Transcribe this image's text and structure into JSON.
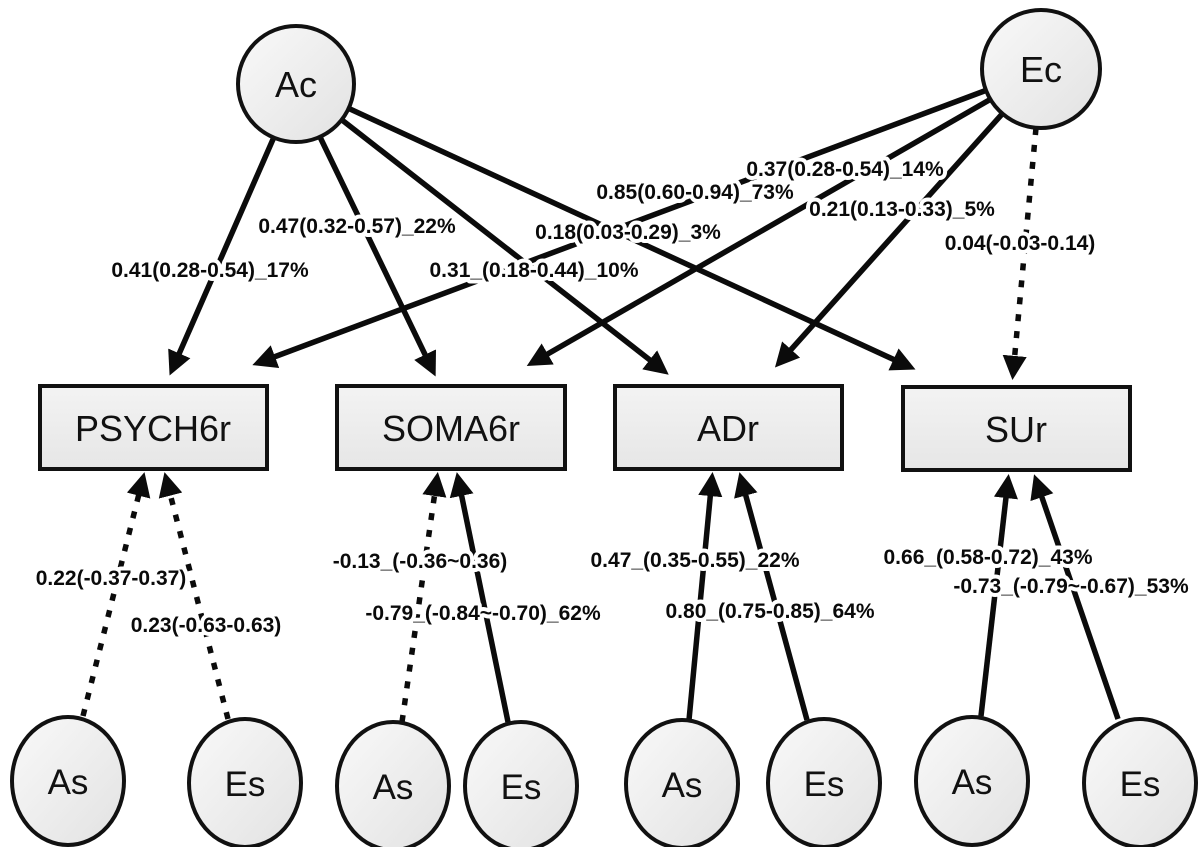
{
  "nodes": {
    "top_latent": [
      {
        "id": "Ac",
        "label": "Ac"
      },
      {
        "id": "Ec",
        "label": "Ec"
      }
    ],
    "observed": [
      {
        "id": "PSYCH6r",
        "label": "PSYCH6r"
      },
      {
        "id": "SOMA6r",
        "label": "SOMA6r"
      },
      {
        "id": "ADr",
        "label": "ADr"
      },
      {
        "id": "SUr",
        "label": "SUr"
      }
    ],
    "bottom_latent": [
      {
        "id": "As1",
        "label": "As"
      },
      {
        "id": "Es1",
        "label": "Es"
      },
      {
        "id": "As2",
        "label": "As"
      },
      {
        "id": "Es2",
        "label": "Es"
      },
      {
        "id": "As3",
        "label": "As"
      },
      {
        "id": "Es3",
        "label": "Es"
      },
      {
        "id": "As4",
        "label": "As"
      },
      {
        "id": "Es4",
        "label": "Es"
      }
    ]
  },
  "edges": [
    {
      "from": "Ac",
      "to": "PSYCH6r",
      "style": "solid",
      "label": "0.41(0.28-0.54)_17%"
    },
    {
      "from": "Ac",
      "to": "SOMA6r",
      "style": "solid",
      "label": "0.47(0.32-0.57)_22%"
    },
    {
      "from": "Ac",
      "to": "ADr",
      "style": "solid",
      "label": "0.31_(0.18-0.44)_10%"
    },
    {
      "from": "Ac",
      "to": "SUr",
      "style": "solid",
      "label": "0.18(0.03-0.29)_3%"
    },
    {
      "from": "Ec",
      "to": "PSYCH6r",
      "style": "solid",
      "label": "0.85(0.60-0.94)_73%"
    },
    {
      "from": "Ec",
      "to": "SOMA6r",
      "style": "solid",
      "label": "0.37(0.28-0.54)_14%"
    },
    {
      "from": "Ec",
      "to": "ADr",
      "style": "solid",
      "label": "0.21(0.13-0.33)_5%"
    },
    {
      "from": "Ec",
      "to": "SUr",
      "style": "dashed",
      "label": "0.04(-0.03-0.14)"
    },
    {
      "from": "As1",
      "to": "PSYCH6r",
      "style": "dashed",
      "label": "0.22(-0.37-0.37)"
    },
    {
      "from": "Es1",
      "to": "PSYCH6r",
      "style": "dashed",
      "label": "0.23(-0.63-0.63)"
    },
    {
      "from": "As2",
      "to": "SOMA6r",
      "style": "dashed",
      "label": "-0.13_(-0.36~0.36)"
    },
    {
      "from": "Es2",
      "to": "SOMA6r",
      "style": "solid",
      "label": "-0.79_(-0.84~-0.70)_62%"
    },
    {
      "from": "As3",
      "to": "ADr",
      "style": "solid",
      "label": "0.47_(0.35-0.55)_22%"
    },
    {
      "from": "Es3",
      "to": "ADr",
      "style": "solid",
      "label": "0.80_(0.75-0.85)_64%"
    },
    {
      "from": "As4",
      "to": "SUr",
      "style": "solid",
      "label": "0.66_(0.58-0.72)_43%"
    },
    {
      "from": "Es4",
      "to": "SUr",
      "style": "solid",
      "label": "-0.73_(-0.79~-0.67)_53%"
    }
  ],
  "colors": {
    "line": "#0b0b0b",
    "node_fill_light": "#f8f8f8",
    "node_fill_dark": "#e2e2e2",
    "background": "#ffffff"
  }
}
